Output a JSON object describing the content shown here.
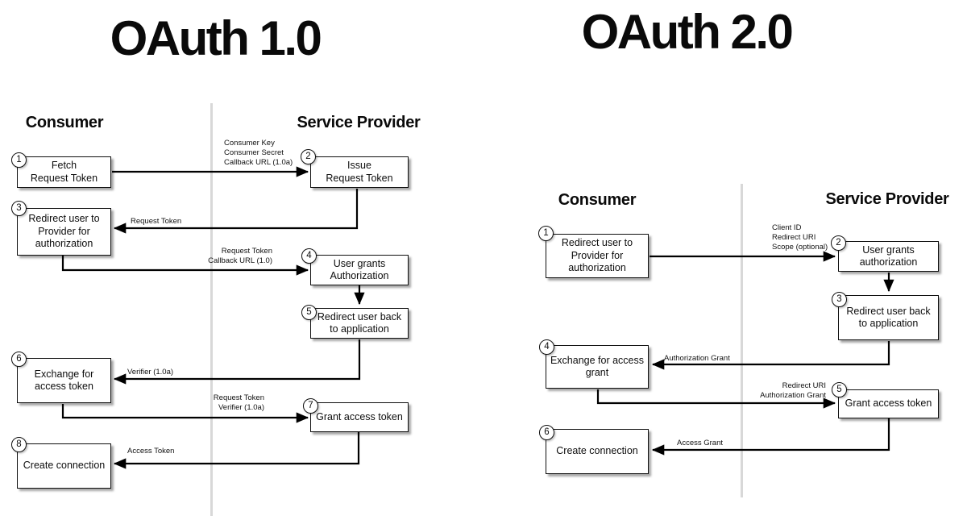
{
  "colors": {
    "line": "#000000",
    "divider": "#d8d8d8",
    "box_fill": "#ffffff",
    "box_border": "#0f0f0f"
  },
  "oauth1": {
    "title": "OAuth 1.0",
    "columns": {
      "consumer": "Consumer",
      "provider": "Service Provider"
    },
    "nodes": [
      {
        "num": "1",
        "label": "Fetch\nRequest Token"
      },
      {
        "num": "2",
        "label": "Issue\nRequest Token"
      },
      {
        "num": "3",
        "label": "Redirect user to\nProvider for\nauthorization"
      },
      {
        "num": "4",
        "label": "User grants\nAuthorization"
      },
      {
        "num": "5",
        "label": "Redirect user back\nto application"
      },
      {
        "num": "6",
        "label": "Exchange for\naccess token"
      },
      {
        "num": "7",
        "label": "Grant access token"
      },
      {
        "num": "8",
        "label": "Create connection"
      }
    ],
    "edge_labels": [
      "Consumer Key\nConsumer Secret\nCallback URL (1.0a)",
      "Request Token",
      "Request Token\nCallback URL (1.0)",
      "Verifier (1.0a)",
      "Request Token\nVerifier (1.0a)",
      "Access Token"
    ]
  },
  "oauth2": {
    "title": "OAuth 2.0",
    "columns": {
      "consumer": "Consumer",
      "provider": "Service Provider"
    },
    "nodes": [
      {
        "num": "1",
        "label": "Redirect user to\nProvider for\nauthorization"
      },
      {
        "num": "2",
        "label": "User grants\nauthorization"
      },
      {
        "num": "3",
        "label": "Redirect user back\nto application"
      },
      {
        "num": "4",
        "label": "Exchange for access\ngrant"
      },
      {
        "num": "5",
        "label": "Grant access token"
      },
      {
        "num": "6",
        "label": "Create connection"
      }
    ],
    "edge_labels": [
      "Client ID\nRedirect URI\nScope (optional)",
      "Authorization Grant",
      "Redirect URI\nAuthorization Grant",
      "Access Grant"
    ]
  }
}
